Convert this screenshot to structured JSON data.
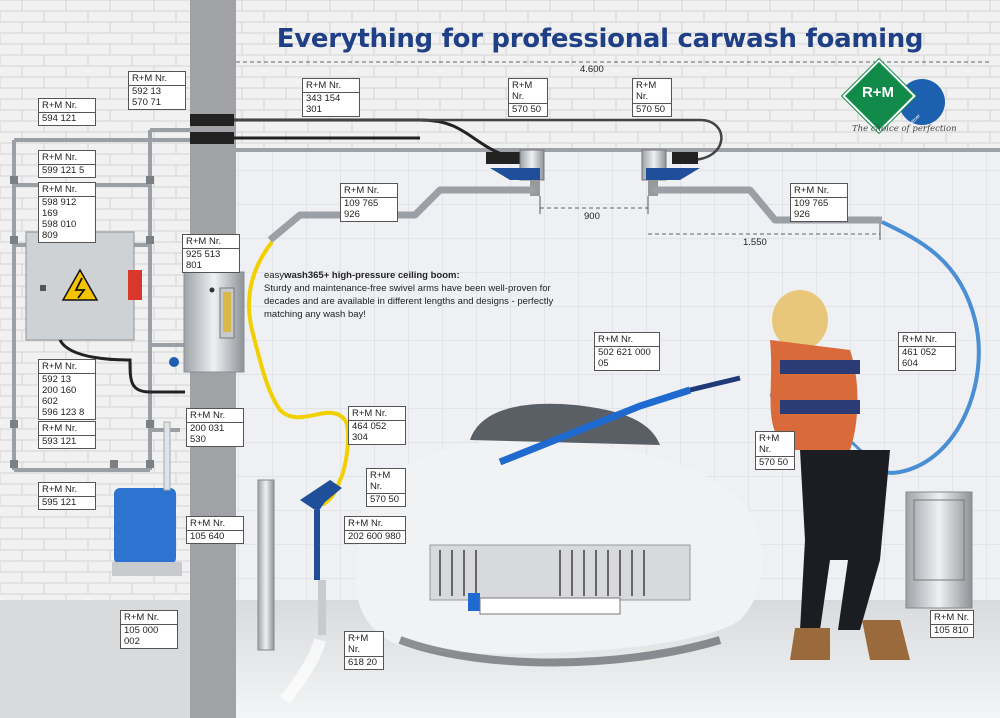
{
  "title": "Everything for professional carwash foaming",
  "dimensions": {
    "width_label": "4.600",
    "spacing_label": "900",
    "arm_label": "1.550"
  },
  "logo": {
    "brand": "R+M",
    "partner": "Suttner",
    "tagline": "The choice of perfection"
  },
  "description": {
    "prefix": "easy",
    "product": "wash365+",
    "heading": " high-pressure ceiling boom:",
    "body": "Sturdy and maintenance-free swivel arms have been well-proven for decades and are available in different lengths and designs - perfectly matching any wash bay!"
  },
  "header_text": "R+M Nr.",
  "labels": [
    {
      "id": "lbl-59213-57071",
      "lines": [
        "592 13",
        "570 71"
      ]
    },
    {
      "id": "lbl-594121",
      "lines": [
        "594 121"
      ]
    },
    {
      "id": "lbl-343154301",
      "lines": [
        "343 154 301"
      ]
    },
    {
      "id": "lbl-57050-a",
      "lines": [
        "570 50"
      ]
    },
    {
      "id": "lbl-57050-b",
      "lines": [
        "570 50"
      ]
    },
    {
      "id": "lbl-5991215",
      "lines": [
        "599 121 5"
      ]
    },
    {
      "id": "lbl-598912169",
      "lines": [
        "598 912 169",
        "598 010 809"
      ]
    },
    {
      "id": "lbl-109765926-a",
      "lines": [
        "109 765 926"
      ]
    },
    {
      "id": "lbl-109765926-b",
      "lines": [
        "109 765 926"
      ]
    },
    {
      "id": "lbl-925513801",
      "lines": [
        "925 513 801"
      ]
    },
    {
      "id": "lbl-59213-group",
      "lines": [
        "592 13",
        "200 160 602",
        "596 123 8"
      ]
    },
    {
      "id": "lbl-593121",
      "lines": [
        "593 121"
      ]
    },
    {
      "id": "lbl-200031530",
      "lines": [
        "200 031 530"
      ]
    },
    {
      "id": "lbl-464052304",
      "lines": [
        "464 052 304"
      ]
    },
    {
      "id": "lbl-50262100005",
      "lines": [
        "502 621 000 05"
      ]
    },
    {
      "id": "lbl-461052604",
      "lines": [
        "461 052 604"
      ]
    },
    {
      "id": "lbl-57050-c",
      "lines": [
        "570 50"
      ]
    },
    {
      "id": "lbl-57050-d",
      "lines": [
        "570 50"
      ]
    },
    {
      "id": "lbl-595121",
      "lines": [
        "595 121"
      ]
    },
    {
      "id": "lbl-105640",
      "lines": [
        "105 640"
      ]
    },
    {
      "id": "lbl-202600980",
      "lines": [
        "202 600 980"
      ]
    },
    {
      "id": "lbl-105000002",
      "lines": [
        "105 000 002"
      ]
    },
    {
      "id": "lbl-61820",
      "lines": [
        "618 20"
      ]
    },
    {
      "id": "lbl-105810",
      "lines": [
        "105 810"
      ]
    }
  ],
  "colors": {
    "title": "#1f3f86",
    "brick": "#f3f3f3",
    "wall_tile": "#eef0f3",
    "hose_yellow": "#f2d000",
    "hose_blue": "#4a8fd6",
    "brand_green": "#118a4a",
    "brand_blue": "#1d60b0"
  }
}
